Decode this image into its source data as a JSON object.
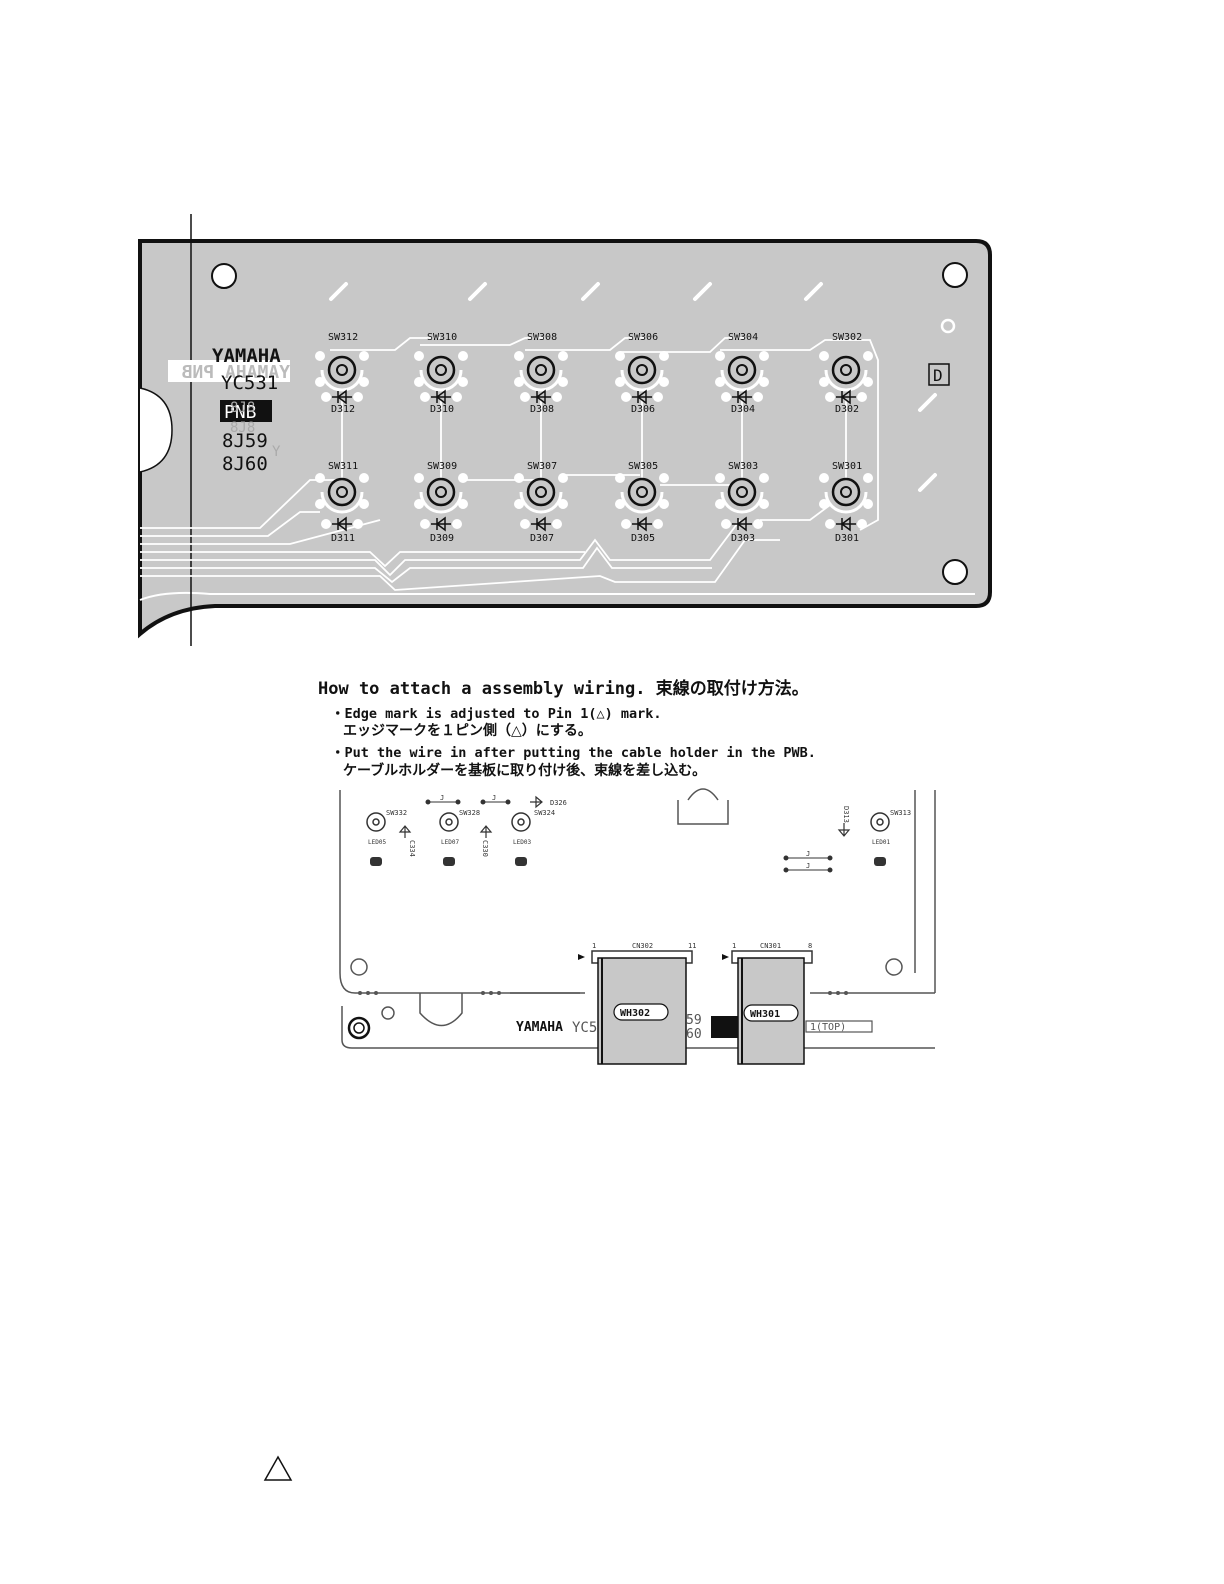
{
  "top_board": {
    "brand": "YAMAHA",
    "model": "YC531",
    "mirror_text": "YAMAHA PNB",
    "tag": "PNB",
    "codes": [
      "8J59",
      "8J60"
    ],
    "ghost_codes": [
      "8J8",
      "8J8",
      "Y"
    ],
    "corner_mark": "D",
    "switches_top": [
      "SW312",
      "SW310",
      "SW308",
      "SW306",
      "SW304",
      "SW302"
    ],
    "diodes_top": [
      "D312",
      "D310",
      "D308",
      "D306",
      "D304",
      "D302"
    ],
    "switches_bottom": [
      "SW311",
      "SW309",
      "SW307",
      "SW305",
      "SW303",
      "SW301"
    ],
    "diodes_bottom": [
      "D311",
      "D309",
      "D307",
      "D305",
      "D303",
      "D301"
    ]
  },
  "instructions": {
    "title_en": "How to attach a  assembly wiring.",
    "title_jp": "束線の取付け方法。",
    "line1_en": "・Edge mark is adjusted to Pin 1(△) mark.",
    "line1_jp": "エッジマークを１ピン側（△）にする。",
    "line2_en": "・Put the wire in after putting the cable holder in the PWB.",
    "line2_jp": "ケーブルホルダーを基板に取り付け後、束線を差し込む。"
  },
  "bottom_board": {
    "switches": [
      "SW332",
      "SW328",
      "SW324",
      "SW313"
    ],
    "leds": [
      "LED05",
      "LED07",
      "LED03",
      "LED01"
    ],
    "diodes": [
      "D326",
      "D313"
    ],
    "caps": [
      "C334",
      "C330"
    ],
    "jumper": "J",
    "connectors": [
      {
        "name": "CN302",
        "pin_start": "1",
        "pin_end": "11",
        "wire": "WH302"
      },
      {
        "name": "CN301",
        "pin_start": "1",
        "pin_end": "8",
        "wire": "WH301"
      }
    ],
    "brand": "YAMAHA",
    "model_partial": "YC5",
    "code_partial": [
      "59",
      "60"
    ],
    "side_label": "1(TOP)"
  },
  "warning_symbol": "△"
}
